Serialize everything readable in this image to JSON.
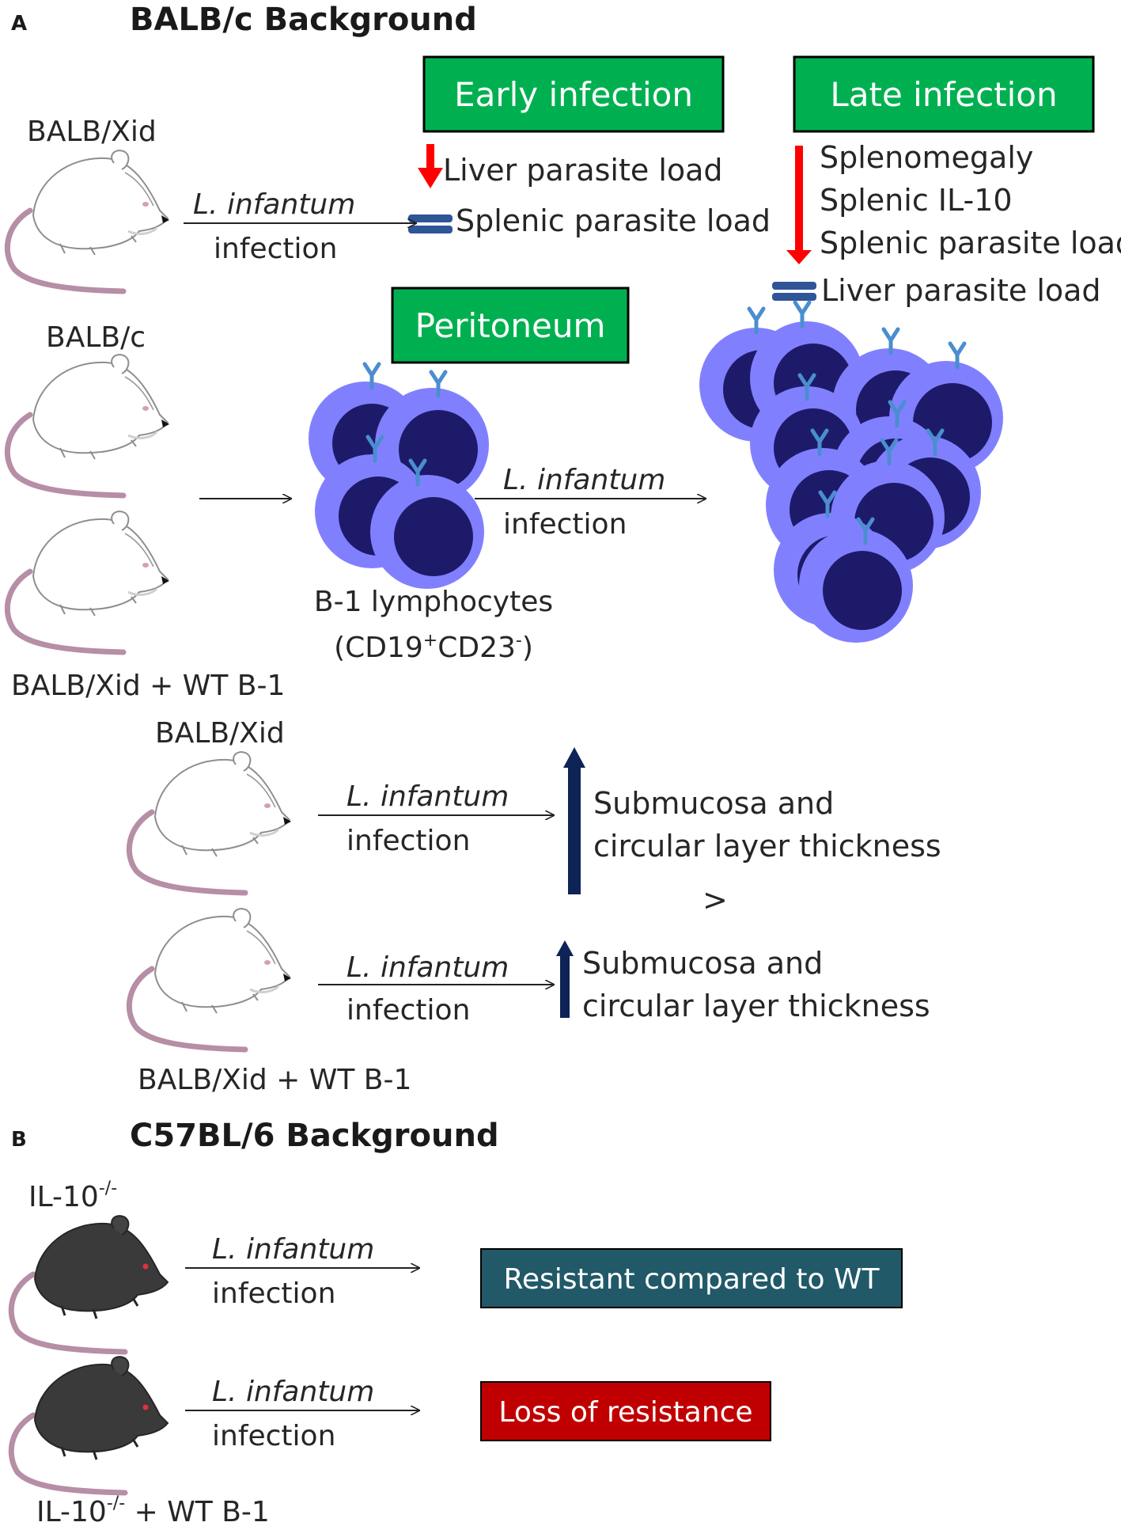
{
  "panel_a": {
    "letter": "A",
    "title": "BALB/c Background",
    "early_infection": {
      "label": "Early infection",
      "color": "#00b050",
      "liver": "Liver parasite load",
      "splenic": "Splenic parasite load"
    },
    "late_infection": {
      "label": "Late infection",
      "color": "#00b050",
      "items": [
        "Splenomegaly",
        "Splenic IL-10",
        "Splenic parasite load"
      ],
      "liver": "Liver parasite load"
    },
    "peritoneum": {
      "label": "Peritoneum",
      "color": "#00b050"
    },
    "mice": {
      "xid": "BALB/Xid",
      "balbc": "BALB/c",
      "xid_wt": "BALB/Xid + WT B-1",
      "xid2": "BALB/Xid",
      "xid_wt2": "BALB/Xid + WT B-1"
    },
    "infection": {
      "species": "L. infantum",
      "word": "infection"
    },
    "b1": {
      "label": "B-1 lymphocytes",
      "marker_open": "(CD19",
      "plus": "+",
      "mid": "CD23",
      "minus": "-",
      "marker_close": ")"
    },
    "submucosa_line1": "Submucosa and",
    "submucosa_line2": "circular layer thickness",
    "greater": ">"
  },
  "panel_b": {
    "letter": "B",
    "title": "C57BL/6 Background",
    "il10_base": "IL-10",
    "il10_sup": "-/-",
    "il10_wt_suffix": " + WT B-1",
    "resistant": {
      "label": "Resistant compared to WT",
      "color": "#215968"
    },
    "loss": {
      "label": "Loss of resistance",
      "color": "#c00000"
    }
  },
  "colors": {
    "decrease_arrow": "#ff0000",
    "increase_arrow": "#0e2356",
    "unchanged_bars": "#2f5597",
    "cell_outer": "#8080ff",
    "cell_nucleus": "#1e1a6a",
    "receptor": "#4a8ecf"
  },
  "icons": [
    "white-mouse-icon",
    "black-mouse-icon",
    "b1-cell-icon",
    "receptor-icon",
    "red-down-arrow-icon",
    "navy-up-arrow-icon",
    "equal-bars-icon"
  ]
}
